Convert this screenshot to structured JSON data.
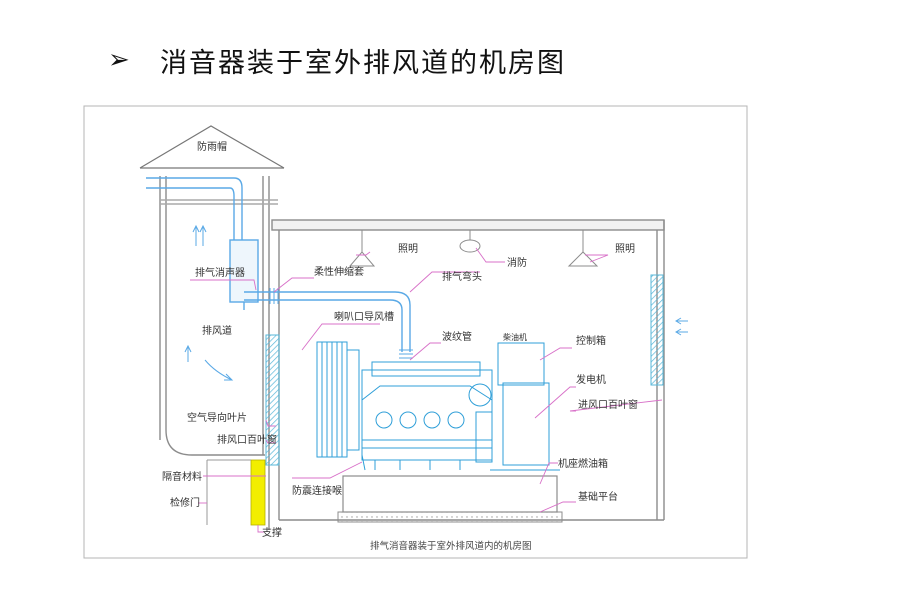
{
  "slide": {
    "bullet": "➢",
    "title": "消音器装于室外排风道的机房图"
  },
  "diagram": {
    "caption": "排气消音器装于室外排风道内的机房图",
    "labels": {
      "rain_cap": "防雨帽",
      "exhaust_muffler": "排气消声器",
      "flexible_joint": "柔性伸缩套",
      "exhaust_elbow": "排气弯头",
      "lighting_left": "照明",
      "fire": "消防",
      "lighting_right": "照明",
      "exhaust_duct": "排风道",
      "horn_duct": "喇叭口导风槽",
      "bellows": "波纹管",
      "engine": "柴油机",
      "control_box": "控制箱",
      "generator": "发电机",
      "air_guide": "空气导向叶片",
      "exhaust_louver": "排风口百叶窗",
      "intake_louver": "进风口百叶窗",
      "sound_insulation": "隔音材料",
      "base_tank": "机座燃油箱",
      "vibration_joint": "防震连接喉",
      "foundation": "基础平台",
      "access_door": "检修门",
      "support": "支撑"
    }
  },
  "colors": {
    "wall": "#8c8c8c",
    "pipe": "#5aa9e6",
    "engine": "#2f9fd8",
    "leader": "#d870c8",
    "support": "#f2ee00",
    "louver": "#58b7d8",
    "text": "#333333"
  }
}
